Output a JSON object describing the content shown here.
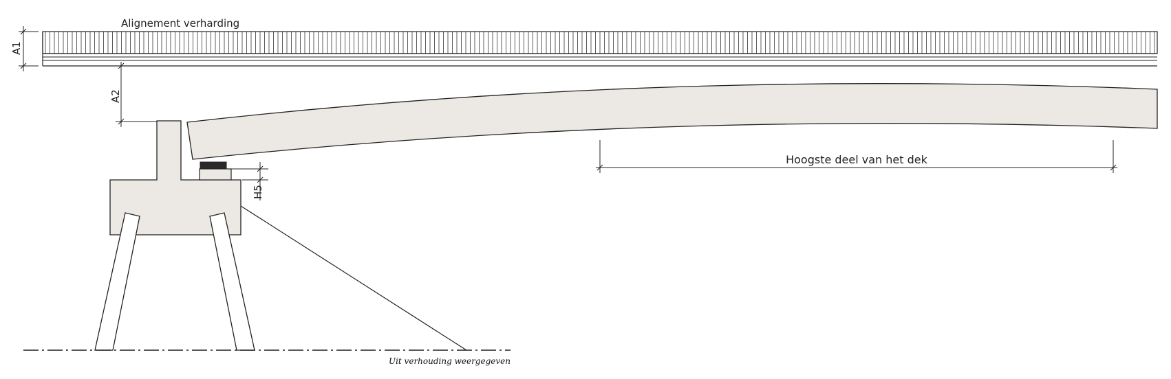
{
  "labels": {
    "pavement_alignment": "Alignement verharding",
    "a1": "A1",
    "a2": "A2",
    "h5": "H5",
    "highest_deck_part": "Hoogste deel van het dek",
    "not_to_scale": "Uit verhouding weergegeven"
  },
  "colors": {
    "line": "#222222",
    "concrete_fill": "#ece8e3",
    "bearing_dark": "#2a2a2a",
    "background": "#ffffff"
  }
}
